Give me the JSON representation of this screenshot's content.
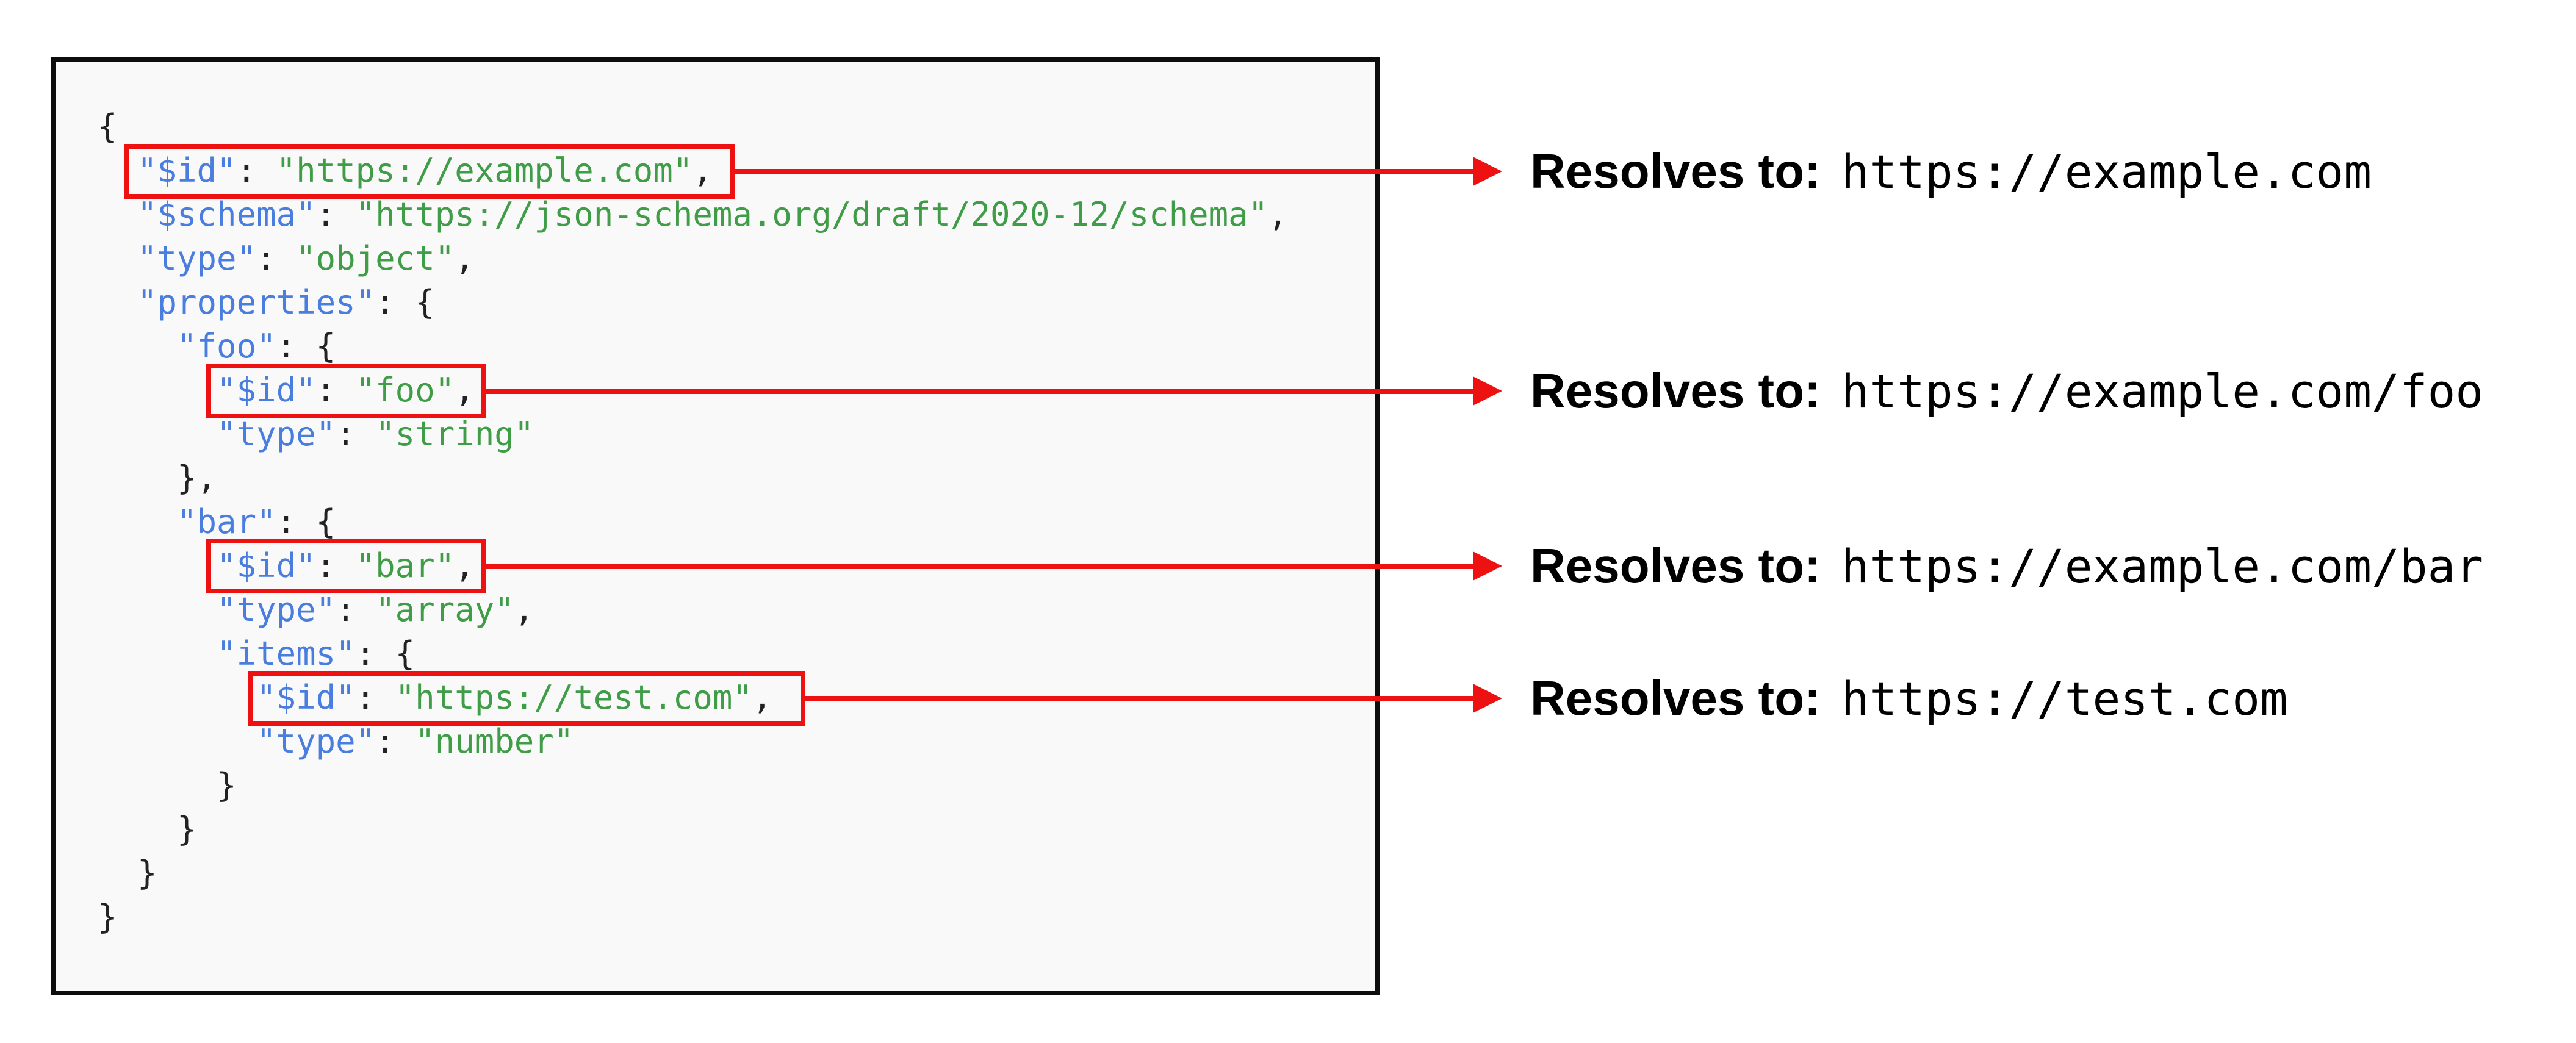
{
  "colors": {
    "key_blue": "#4a7ede",
    "string_green": "#3f9c47",
    "punct_dark": "#222222",
    "highlight_red": "#ee1111",
    "panel_border_black": "#0d0d0d",
    "panel_bg": "#f9f9f9"
  },
  "code": {
    "language": "json",
    "lines": [
      {
        "indent": 0,
        "tokens": [
          [
            "p",
            "{"
          ]
        ]
      },
      {
        "indent": 2,
        "highlighted": true,
        "tokens": [
          [
            "k",
            "\"$id\""
          ],
          [
            "p",
            ": "
          ],
          [
            "s",
            "\"https://example.com\""
          ],
          [
            "p",
            ","
          ]
        ]
      },
      {
        "indent": 2,
        "tokens": [
          [
            "k",
            "\"$schema\""
          ],
          [
            "p",
            ": "
          ],
          [
            "s",
            "\"https://json-schema.org/draft/2020-12/schema\""
          ],
          [
            "p",
            ","
          ]
        ]
      },
      {
        "indent": 2,
        "tokens": [
          [
            "k",
            "\"type\""
          ],
          [
            "p",
            ": "
          ],
          [
            "s",
            "\"object\""
          ],
          [
            "p",
            ","
          ]
        ]
      },
      {
        "indent": 2,
        "tokens": [
          [
            "k",
            "\"properties\""
          ],
          [
            "p",
            ": {"
          ]
        ]
      },
      {
        "indent": 4,
        "tokens": [
          [
            "k",
            "\"foo\""
          ],
          [
            "p",
            ": {"
          ]
        ]
      },
      {
        "indent": 6,
        "highlighted": true,
        "tokens": [
          [
            "k",
            "\"$id\""
          ],
          [
            "p",
            ": "
          ],
          [
            "s",
            "\"foo\""
          ],
          [
            "p",
            ","
          ]
        ]
      },
      {
        "indent": 6,
        "tokens": [
          [
            "k",
            "\"type\""
          ],
          [
            "p",
            ": "
          ],
          [
            "s",
            "\"string\""
          ]
        ]
      },
      {
        "indent": 4,
        "tokens": [
          [
            "p",
            "},"
          ]
        ]
      },
      {
        "indent": 4,
        "tokens": [
          [
            "k",
            "\"bar\""
          ],
          [
            "p",
            ": {"
          ]
        ]
      },
      {
        "indent": 6,
        "highlighted": true,
        "tokens": [
          [
            "k",
            "\"$id\""
          ],
          [
            "p",
            ": "
          ],
          [
            "s",
            "\"bar\""
          ],
          [
            "p",
            ","
          ]
        ]
      },
      {
        "indent": 6,
        "tokens": [
          [
            "k",
            "\"type\""
          ],
          [
            "p",
            ": "
          ],
          [
            "s",
            "\"array\""
          ],
          [
            "p",
            ","
          ]
        ]
      },
      {
        "indent": 6,
        "tokens": [
          [
            "k",
            "\"items\""
          ],
          [
            "p",
            ": {"
          ]
        ]
      },
      {
        "indent": 8,
        "highlighted": true,
        "tokens": [
          [
            "k",
            "\"$id\""
          ],
          [
            "p",
            ": "
          ],
          [
            "s",
            "\"https://test.com\""
          ],
          [
            "p",
            ","
          ]
        ]
      },
      {
        "indent": 8,
        "tokens": [
          [
            "k",
            "\"type\""
          ],
          [
            "p",
            ": "
          ],
          [
            "s",
            "\"number\""
          ]
        ]
      },
      {
        "indent": 6,
        "tokens": [
          [
            "p",
            "}"
          ]
        ]
      },
      {
        "indent": 4,
        "tokens": [
          [
            "p",
            "}"
          ]
        ]
      },
      {
        "indent": 2,
        "tokens": [
          [
            "p",
            "}"
          ]
        ]
      },
      {
        "indent": 0,
        "tokens": [
          [
            "p",
            "}"
          ]
        ]
      }
    ]
  },
  "annotations": [
    {
      "label": "Resolves to:",
      "value": "https://example.com"
    },
    {
      "label": "Resolves to:",
      "value": "https://example.com/foo"
    },
    {
      "label": "Resolves to:",
      "value": "https://example.com/bar"
    },
    {
      "label": "Resolves to:",
      "value": "https://test.com"
    }
  ]
}
